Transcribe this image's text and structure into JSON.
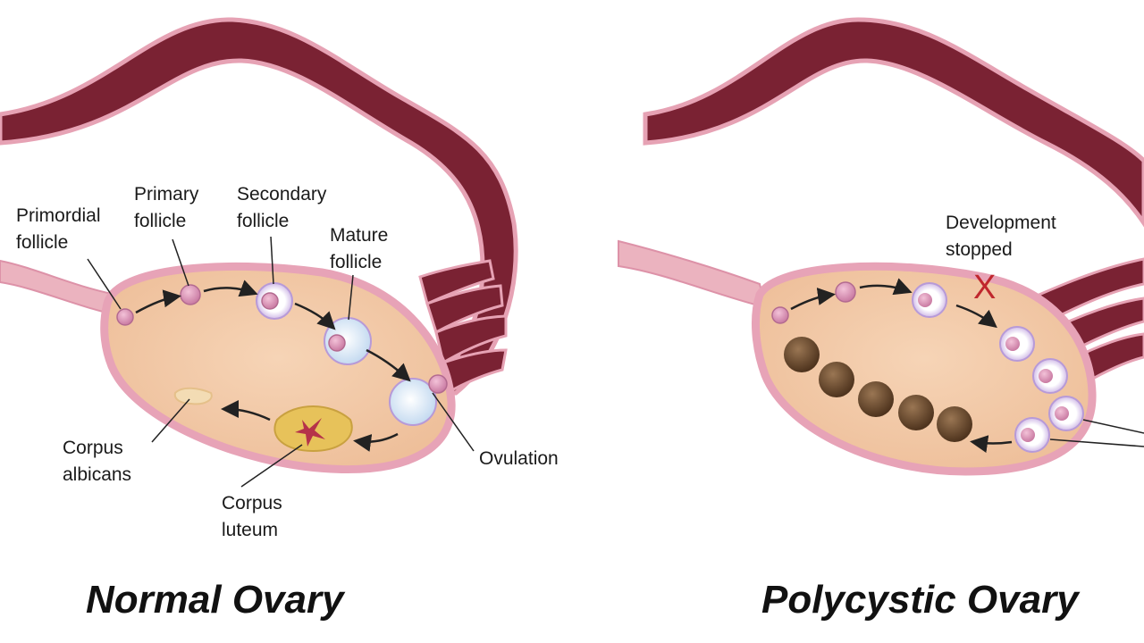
{
  "normal": {
    "title": "Normal Ovary",
    "labels": {
      "primordial": [
        "Primordial",
        "follicle"
      ],
      "primary": [
        "Primary",
        "follicle"
      ],
      "secondary": [
        "Secondary",
        "follicle"
      ],
      "mature": [
        "Mature",
        "follicle"
      ],
      "ovulation": "Ovulation",
      "albicans": [
        "Corpus",
        "albicans"
      ],
      "luteum": [
        "Corpus",
        "luteum"
      ]
    }
  },
  "polycystic": {
    "title": "Polycystic Ovary",
    "labels": {
      "development": [
        "Development",
        "stopped"
      ],
      "stop_mark": "X"
    }
  },
  "colors": {
    "tube": "#7a2233",
    "tube_edge": "#e6a2b4",
    "ligament": "#ebb3bf",
    "ovary_fill": "#f2c9a4",
    "ovary_rim": "#e7a3b7",
    "follicle": "#d98bb0",
    "follicle_ring": "#cdb3e6",
    "cyst": "#6b4a2e",
    "corpus_luteum": "#e7c25a",
    "stop_mark": "#c0272d"
  }
}
